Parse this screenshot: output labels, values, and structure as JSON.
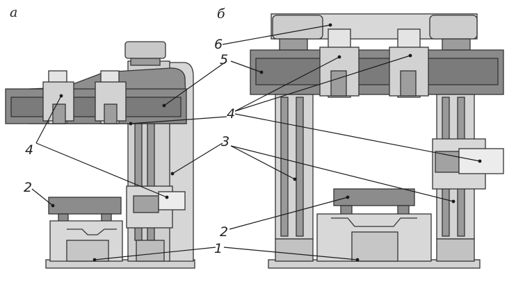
{
  "panels": {
    "a": "a",
    "b": "б"
  },
  "labels": {
    "n1": "1",
    "n2": "2",
    "n3": "3",
    "n4": "4",
    "n5": "5",
    "n6": "6"
  },
  "colors": {
    "light": "#e2e2e2",
    "mid": "#bdbdbd",
    "dark": "#8c8c8c",
    "darker": "#7a7a7a",
    "outline": "#333333"
  }
}
